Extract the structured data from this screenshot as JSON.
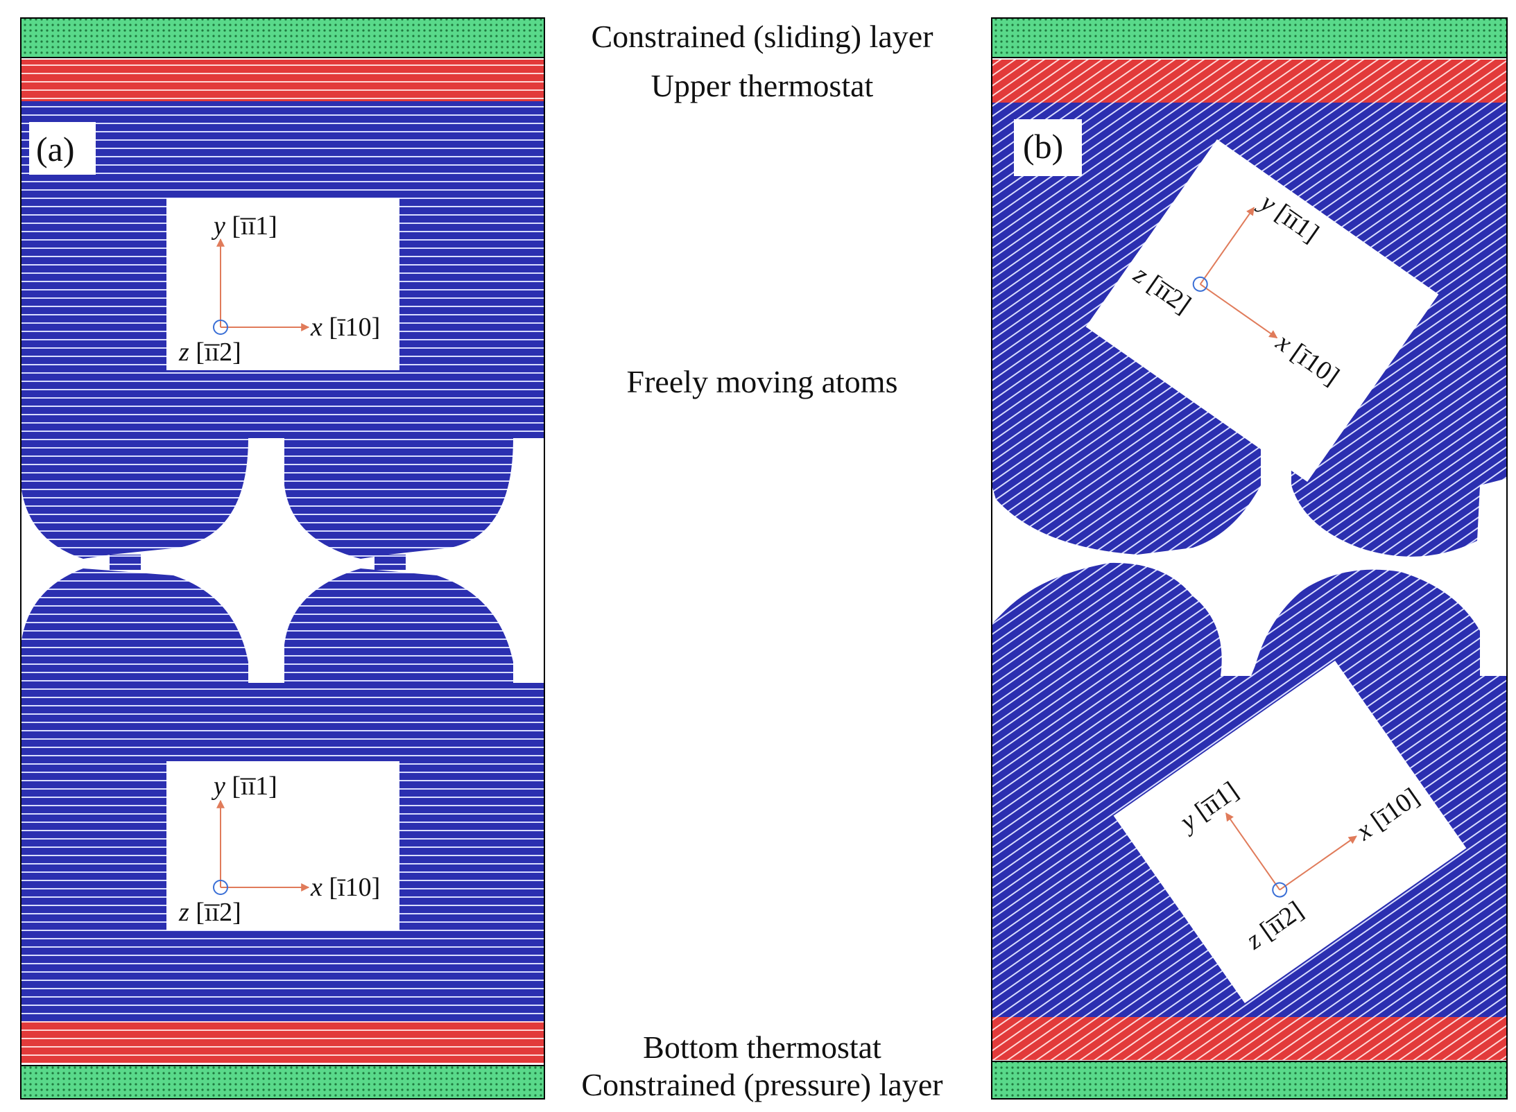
{
  "labels": {
    "constrained_sliding": "Constrained (sliding) layer",
    "upper_thermostat": "Upper thermostat",
    "freely_moving": "Freely moving atoms",
    "bottom_thermostat": "Bottom thermostat",
    "constrained_pressure": "Constrained (pressure) layer"
  },
  "panels": [
    {
      "tag": "(a)"
    },
    {
      "tag": "(b)"
    }
  ],
  "axes": {
    "y": {
      "letter": "y",
      "index": "[īī1]"
    },
    "x": {
      "letter": "x",
      "index": "[ī10]"
    },
    "z": {
      "letter": "z",
      "index": "[īī2]"
    }
  },
  "colors": {
    "constrained": "#59d98a",
    "thermostat": "#e23a3a",
    "free": "#2b2fb0",
    "stripe": "#d8dcff",
    "axis_line": "#e07b5a",
    "axis_marker": "#3a6fd6"
  }
}
